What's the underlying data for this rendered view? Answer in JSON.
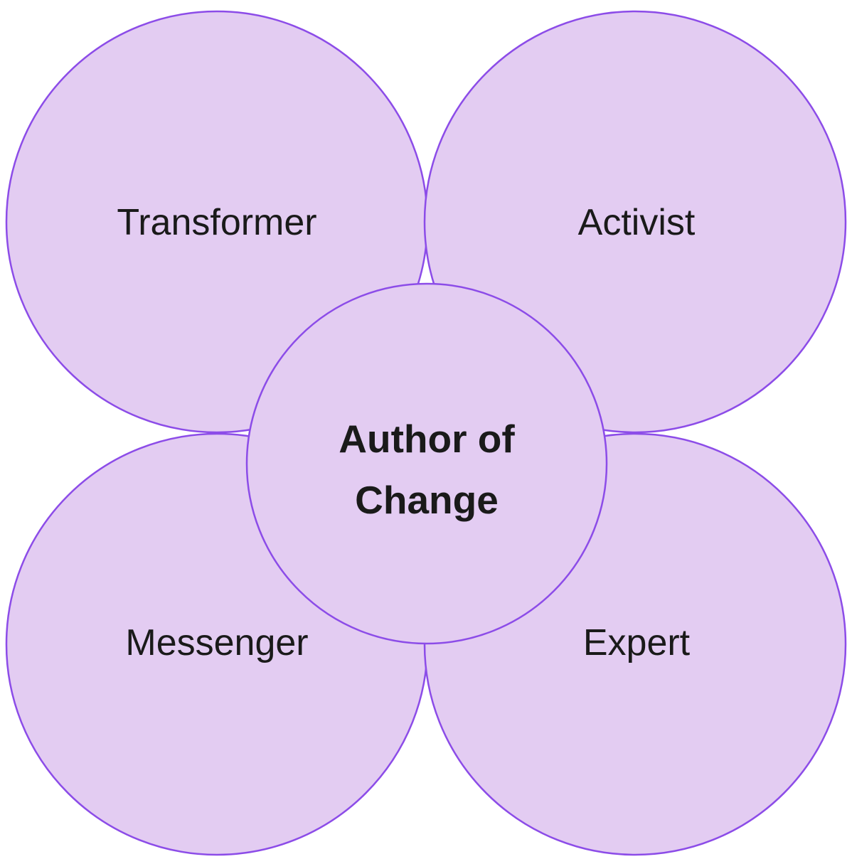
{
  "diagram": {
    "type": "venn-flower",
    "title": "Author of Change",
    "colors": {
      "fill": "#E3CCF2",
      "stroke": "#8C4CE8",
      "text": "#1A1A1A"
    },
    "center": {
      "label": "Author of Change",
      "label_line1": "Author of",
      "label_line2": "Change"
    },
    "nodes": [
      {
        "id": "transformer",
        "label": "Transformer",
        "position": "top-left"
      },
      {
        "id": "activist",
        "label": "Activist",
        "position": "top-right"
      },
      {
        "id": "messenger",
        "label": "Messenger",
        "position": "bottom-left"
      },
      {
        "id": "expert",
        "label": "Expert",
        "position": "bottom-right"
      }
    ]
  }
}
